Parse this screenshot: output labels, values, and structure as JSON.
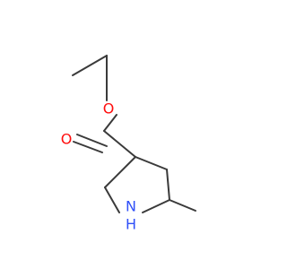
{
  "molecule": {
    "atoms": [
      {
        "id": "ester_o",
        "symbol": "O",
        "color": "#ff0d0d"
      },
      {
        "id": "carbonyl_o",
        "symbol": "O",
        "color": "#ff0d0d"
      },
      {
        "id": "amine_n",
        "symbol": "N",
        "color": "#3050f8"
      },
      {
        "id": "amine_h",
        "symbol": "H",
        "color": "#3050f8"
      }
    ],
    "bond_color": "#3a3a3a"
  }
}
